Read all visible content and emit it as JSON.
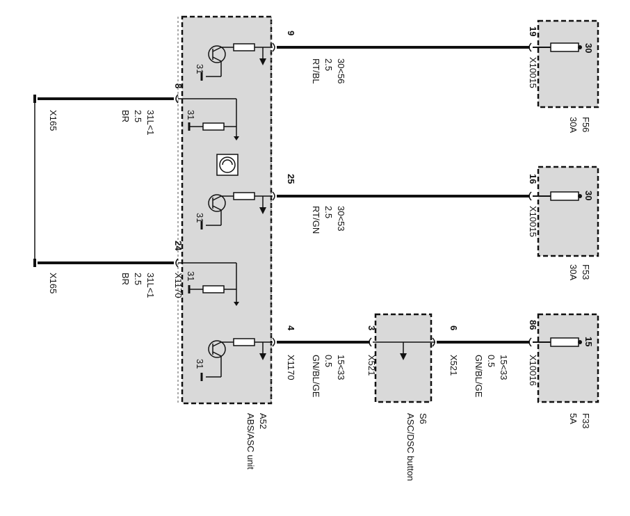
{
  "components": {
    "a52": {
      "id": "A52",
      "name": "ABS/ASC unit"
    },
    "s6": {
      "id": "S6",
      "name": "ASC/DSC button"
    },
    "f56": {
      "id": "F56",
      "rating": "30A",
      "terminal": "30"
    },
    "f53": {
      "id": "F53",
      "rating": "30A",
      "terminal": "30"
    },
    "f33": {
      "id": "F33",
      "rating": "5A",
      "terminal": "15"
    }
  },
  "wires": {
    "w9": {
      "pin_left": "9",
      "pin_right": "19",
      "connector": "X10015",
      "circuit": "30<56",
      "gauge": "2.5",
      "color": "RT/BL"
    },
    "w25": {
      "pin_left": "25",
      "pin_right": "16",
      "connector": "X10015",
      "circuit": "30<53",
      "gauge": "2.5",
      "color": "RT/GN"
    },
    "w4": {
      "pin_left": "4",
      "pin_right": "3",
      "connector_left": "X1170",
      "connector_right": "X521",
      "circuit": "15<33",
      "gauge": "0.5",
      "color": "GN/BL/GE"
    },
    "w6": {
      "pin_left": "6",
      "pin_right": "86",
      "connector_left": "X521",
      "connector_right": "X10016",
      "circuit": "15<33",
      "gauge": "0.5",
      "color": "GN/BL/GE"
    },
    "w8": {
      "pin": "8",
      "ground": "X165",
      "circuit": "31L<1",
      "gauge": "2.5",
      "color": "BR"
    },
    "w24": {
      "pin": "24",
      "ground": "X165",
      "connector": "X1170",
      "circuit": "31L<1",
      "gauge": "2.5",
      "color": "BR"
    }
  },
  "internal": {
    "ground_label": "31"
  }
}
